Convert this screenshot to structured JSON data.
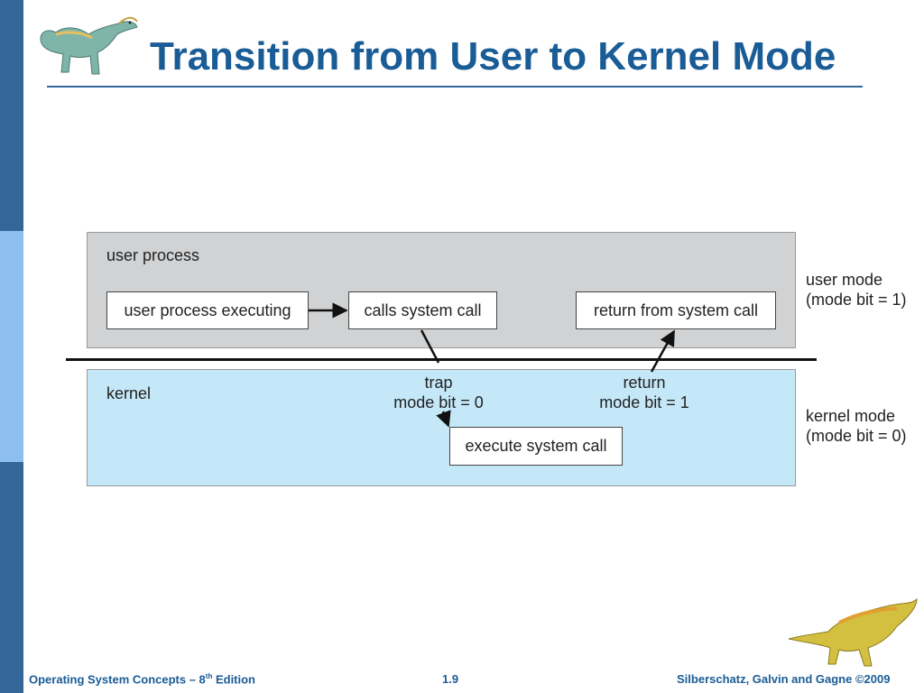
{
  "slide": {
    "title": "Transition from User to Kernel Mode"
  },
  "diagram": {
    "user_region_label": "user process",
    "kernel_region_label": "kernel",
    "boxes": {
      "user_process_executing": "user process executing",
      "calls_system_call": "calls system call",
      "return_from_system_call": "return from system call",
      "execute_system_call": "execute system call"
    },
    "trap_label": {
      "line1": "trap",
      "line2": "mode bit = 0"
    },
    "return_label": {
      "line1": "return",
      "line2": "mode bit = 1"
    },
    "user_mode_label": {
      "line1": "user mode",
      "line2": "(mode bit = 1)"
    },
    "kernel_mode_label": {
      "line1": "kernel mode",
      "line2": "(mode bit = 0)"
    }
  },
  "footer": {
    "left_prefix": "Operating System Concepts – 8",
    "left_sup": "th",
    "left_suffix": " Edition",
    "center": "1.9",
    "right": "Silberschatz, Galvin and Gagne ©2009"
  },
  "colors": {
    "accent": "#1a5c96",
    "user_region": "#d1d2d4",
    "kernel_region": "#c5e8f8"
  }
}
